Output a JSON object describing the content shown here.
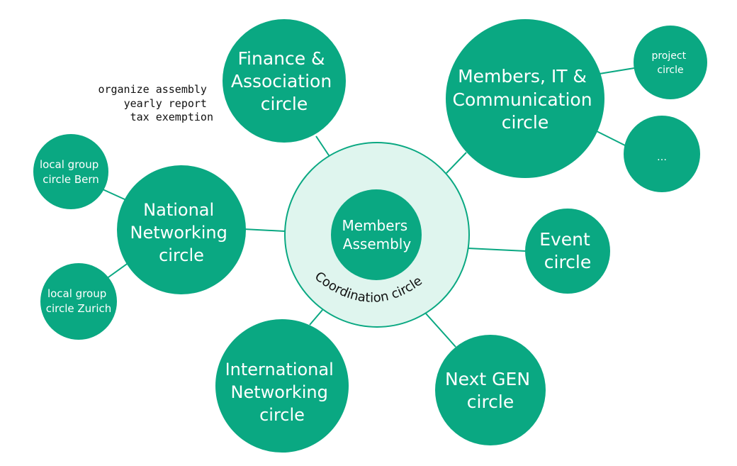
{
  "colors": {
    "node_fill": "#0aa882",
    "coordination_fill": "#dff5ee",
    "coordination_stroke": "#0aa882",
    "node_text": "#ffffff",
    "annotation_text": "#111111"
  },
  "center": {
    "core_lines": [
      "Members",
      "Assembly"
    ],
    "ring_label": "Coordination circle"
  },
  "circles": {
    "finance": [
      "Finance &",
      "Association",
      "circle"
    ],
    "members_it": [
      "Members, IT &",
      "Communication",
      "circle"
    ],
    "project": [
      "project",
      "circle"
    ],
    "ellipsis": [
      "…"
    ],
    "national": [
      "National",
      "Networking",
      "circle"
    ],
    "bern": [
      "local group",
      "circle Bern"
    ],
    "zurich": [
      "local group",
      "circle Zurich"
    ],
    "event": [
      "Event",
      "circle"
    ],
    "international": [
      "International",
      "Networking",
      "circle"
    ],
    "nextgen": [
      "Next GEN",
      "circle"
    ]
  },
  "finance_tasks": [
    "organize assembly",
    "yearly report",
    "tax exemption"
  ]
}
